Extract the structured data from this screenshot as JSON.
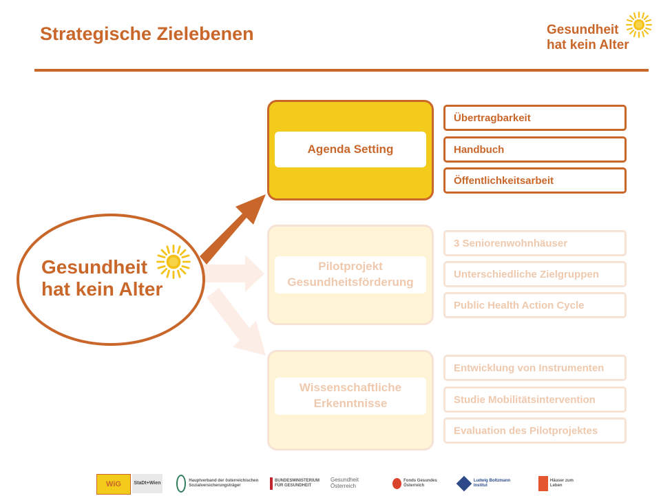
{
  "header": {
    "title": "Strategische Zielebenen",
    "logo_line1": "Gesundheit",
    "logo_line2": "hat kein Alter"
  },
  "center_logo": {
    "line1": "Gesundheit",
    "line2": "hat kein Alter"
  },
  "levels": [
    {
      "label": "Agenda Setting",
      "state": "active",
      "items": [
        "Übertragbarkeit",
        "Handbuch",
        "Öffentlichkeitsarbeit"
      ]
    },
    {
      "label": "Pilotprojekt\nGesundheitsförderung",
      "state": "faded",
      "items": [
        "3 Seniorenwohnhäuser",
        "Unterschiedliche Zielgruppen",
        "Public Health Action Cycle"
      ]
    },
    {
      "label": "Wissenschaftliche\nErkenntnisse",
      "state": "faded",
      "items": [
        "Entwicklung von Instrumenten",
        "Studie Mobilitätsintervention",
        "Evaluation des Pilotprojektes"
      ]
    }
  ],
  "footer_logos": [
    {
      "name": "WiG",
      "text": "WiG"
    },
    {
      "name": "Stadt Wien",
      "text": "StaDt+Wien"
    },
    {
      "name": "Hauptverband",
      "text": "Hauptverband der österreichischen Sozialversicherungsträger"
    },
    {
      "name": "Bundesministerium",
      "text": "BUNDESMINISTERIUM FÜR GESUNDHEIT"
    },
    {
      "name": "Gesundheit Österreich",
      "text": "Gesundheit Österreich"
    },
    {
      "name": "Fonds Gesundes Österreich",
      "text": "Fonds Gesundes Österreich"
    },
    {
      "name": "Ludwig Boltzmann Institut",
      "text": "Ludwig Boltzmann Institut"
    },
    {
      "name": "Häuser zum Leben",
      "text": "Häuser zum Leben"
    }
  ],
  "colors": {
    "accent": "#C9662A",
    "yellow": "#F3CB1B",
    "faded_fill": "#FFF5D6",
    "faded_border": "#F6E3D6",
    "faded_text": "#EFC9AE"
  },
  "icons": [
    "sun-icon",
    "arrow-icon"
  ]
}
